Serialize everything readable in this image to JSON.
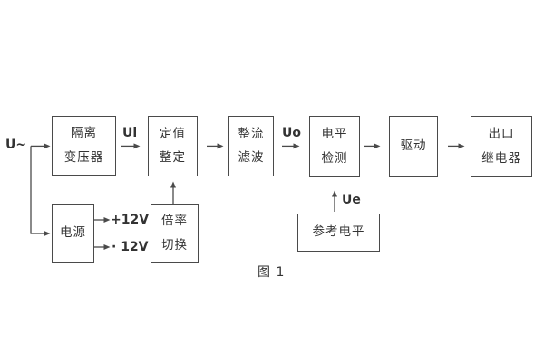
{
  "diagram": {
    "caption": "图 1",
    "input_label": "U~",
    "signal_labels": {
      "ui": "Ui",
      "uo": "Uo",
      "ue": "Ue"
    },
    "power_outputs": {
      "positive": "+12V",
      "negative": "· 12V"
    },
    "blocks": {
      "isolation_transformer": {
        "line1": "隔离",
        "line2": "变压器"
      },
      "setpoint_adjust": {
        "line1": "定值",
        "line2": "整定"
      },
      "rectifier_filter": {
        "line1": "整流",
        "line2": "滤波"
      },
      "level_detect": {
        "line1": "电平",
        "line2": "检测"
      },
      "driver": {
        "label": "驱动"
      },
      "output_relay": {
        "line1": "出口",
        "line2": "继电器"
      },
      "power_supply": {
        "label": "电源"
      },
      "ratio_switch": {
        "line1": "倍率",
        "line2": "切换"
      },
      "reference_level": {
        "label": "参考电平"
      }
    },
    "colors": {
      "line": "#4a4a4a",
      "text": "#333333",
      "background": "#ffffff"
    }
  }
}
